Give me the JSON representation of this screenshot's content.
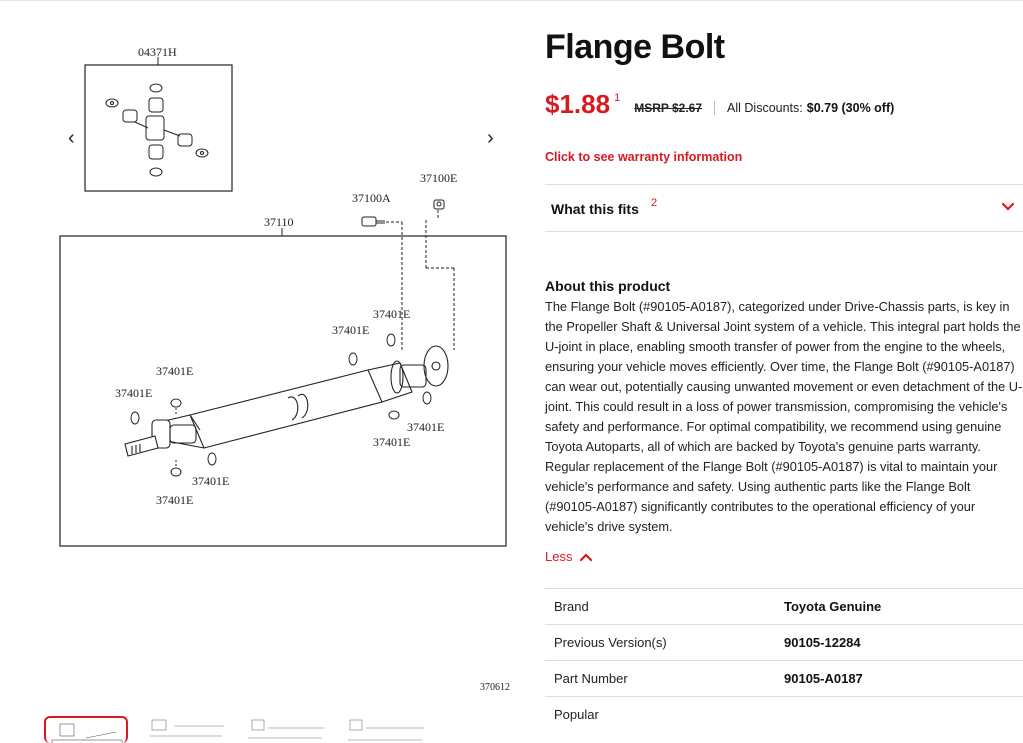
{
  "diagram": {
    "labels": {
      "inset": "04371H",
      "shaft": "37110",
      "bolt_a": "37100A",
      "bolt_e": "37100E",
      "nut_1": "37401E",
      "nut_2": "37401E",
      "nut_3": "37401E",
      "nut_4": "37401E",
      "nut_5": "37401E",
      "nut_6": "37401E",
      "nut_7": "37401E",
      "nut_8": "37401E",
      "code": "370612"
    },
    "prev_icon": "chevron-left-icon",
    "next_icon": "chevron-right-icon",
    "prev_glyph": "‹",
    "next_glyph": "›"
  },
  "product": {
    "title": "Flange Bolt",
    "price": "$1.88",
    "price_note": "1",
    "msrp": "MSRP $2.67",
    "discount_label": "All Discounts:",
    "discount_value": "$0.79 (30% off)",
    "warranty_link": "Click to see warranty information",
    "fits_label": "What this fits",
    "fits_note": "2",
    "about_heading": "About this product",
    "about_text": "The Flange Bolt (#90105-A0187), categorized under Drive-Chassis parts, is key in the Propeller Shaft & Universal Joint system of a vehicle. This integral part holds the U-joint in place, enabling smooth transfer of power from the engine to the wheels, ensuring your vehicle moves efficiently. Over time, the Flange Bolt (#90105-A0187) can wear out, potentially causing unwanted movement or even detachment of the U-joint. This could result in a loss of power transmission, compromising the vehicle's safety and performance. For optimal compatibility, we recommend using genuine Toyota Autoparts, all of which are backed by Toyota's genuine parts warranty. Regular replacement of the Flange Bolt (#90105-A0187) is vital to maintain your vehicle's performance and safety. Using authentic parts like the Flange Bolt (#90105-A0187) significantly contributes to the operational efficiency of your vehicle's drive system.",
    "less_label": "Less"
  },
  "specs": [
    {
      "key": "Brand",
      "value": "Toyota Genuine"
    },
    {
      "key": "Previous Version(s)",
      "value": "90105-12284"
    },
    {
      "key": "Part Number",
      "value": "90105-A0187"
    },
    {
      "key": "Popular",
      "value": ""
    }
  ],
  "colors": {
    "accent": "#d71920",
    "border": "#dddddd",
    "text": "#1a1a1a"
  }
}
